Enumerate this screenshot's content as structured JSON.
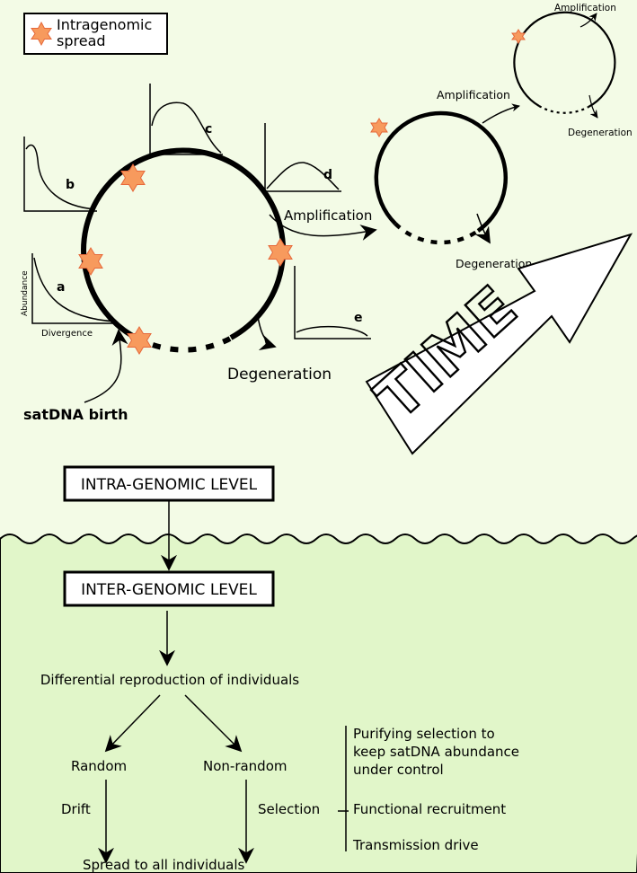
{
  "colors": {
    "upper_background": "#f3fbe6",
    "lower_background": "#e1f6c9",
    "star_fill": "#f79a5d",
    "star_stroke": "#e6683a",
    "ink": "#000000"
  },
  "legend": {
    "label_line1": "Intragenomic",
    "label_line2": "spread",
    "icon": "star-icon"
  },
  "cycle": {
    "birth_label": "satDNA birth",
    "amplification_label": "Amplification",
    "degeneration_label": "Degeneration"
  },
  "mini_plots": {
    "a": {
      "letter": "a",
      "ylabel": "Abundance",
      "xlabel": "Divergence"
    },
    "b": {
      "letter": "b"
    },
    "c": {
      "letter": "c"
    },
    "d": {
      "letter": "d"
    },
    "e": {
      "letter": "e"
    }
  },
  "time_arrow": {
    "label": "TIME"
  },
  "flow": {
    "intra_level": "INTRA-GENOMIC LEVEL",
    "inter_level": "INTER-GENOMIC LEVEL",
    "differential": "Differential reproduction of individuals",
    "random": "Random",
    "non_random": "Non-random",
    "drift": "Drift",
    "selection": "Selection",
    "spread_all": "Spread to all individuals",
    "outcomes": {
      "purifying_line1": "Purifying selection to",
      "purifying_line2": "keep satDNA abundance",
      "purifying_line3": "under control",
      "functional": "Functional recruitment",
      "transmission": "Transmission drive"
    }
  }
}
